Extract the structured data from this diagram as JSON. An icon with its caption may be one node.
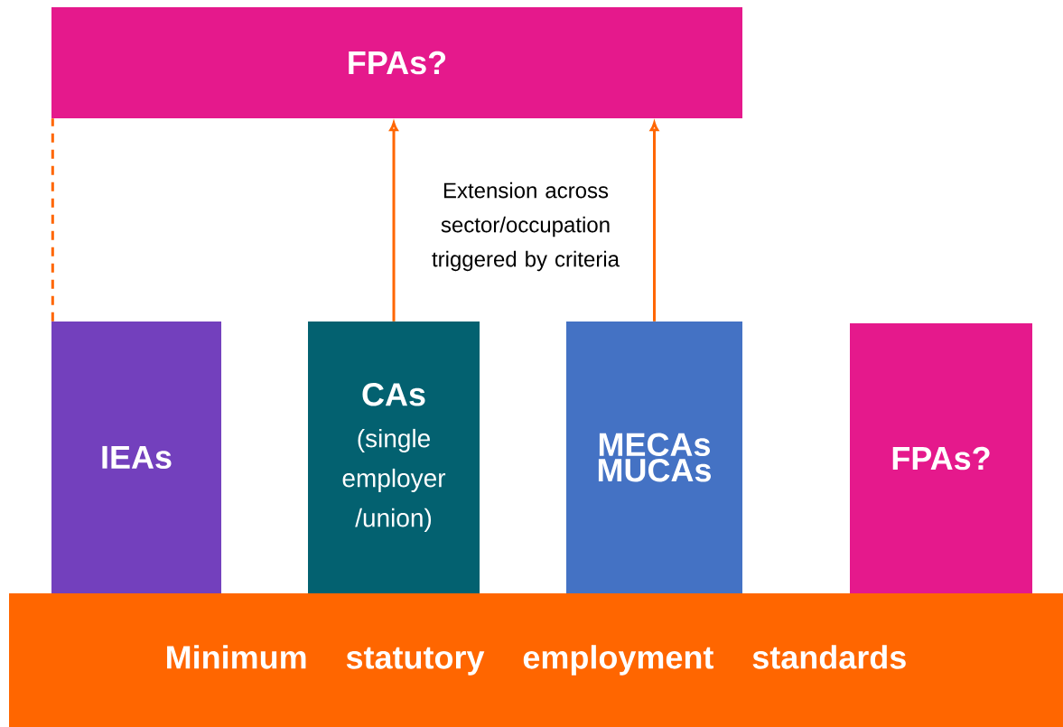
{
  "diagram": {
    "nodes": [
      {
        "text": [
          "FPAs?"
        ]
      },
      {
        "text": [
          "IEAs"
        ]
      },
      {
        "text": [
          "CAs",
          "(single employer /union)"
        ]
      },
      {
        "text": [
          "MECAs",
          "MUCAs"
        ]
      },
      {
        "text": [
          "FPAs?"
        ]
      },
      {
        "text": [
          "Minimum statutory employment standards"
        ]
      }
    ],
    "edges": [
      {
        "from": 2,
        "to": 0,
        "arrow": "to"
      },
      {
        "from": 3,
        "to": 0,
        "arrow": "to"
      },
      {
        "from": 1,
        "to": 0,
        "arrow": "none",
        "style": "dashed"
      }
    ],
    "labels": [
      "Extension across sector/occupation triggered by criteria"
    ]
  }
}
